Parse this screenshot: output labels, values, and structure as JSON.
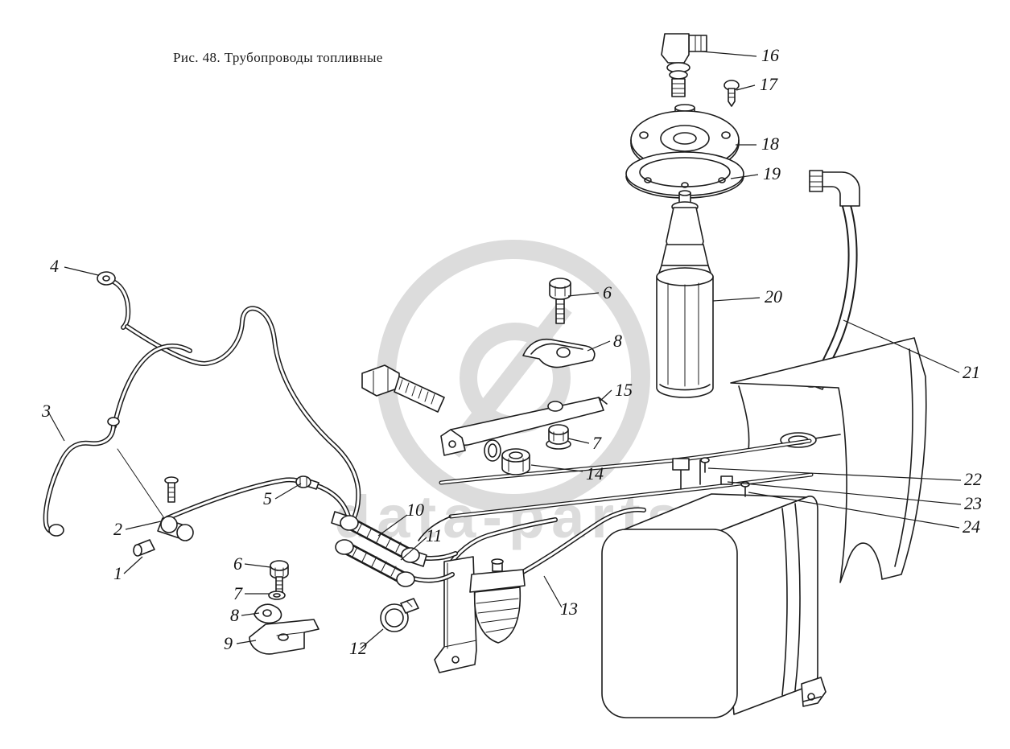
{
  "figure": {
    "title": "Рис. 48. Трубопроводы топливные"
  },
  "watermark": {
    "text": "data-parts"
  },
  "colors": {
    "ink": "#1c1c1c",
    "watermark": "#dcdcdc",
    "background": "#ffffff"
  },
  "callouts": [
    {
      "label": "16"
    },
    {
      "label": "17"
    },
    {
      "label": "18"
    },
    {
      "label": "19"
    },
    {
      "label": "20"
    },
    {
      "label": "6"
    },
    {
      "label": "8"
    },
    {
      "label": "15"
    },
    {
      "label": "7"
    },
    {
      "label": "14"
    },
    {
      "label": "21"
    },
    {
      "label": "22"
    },
    {
      "label": "23"
    },
    {
      "label": "24"
    },
    {
      "label": "4"
    },
    {
      "label": "3"
    },
    {
      "label": "2"
    },
    {
      "label": "1"
    },
    {
      "label": "5"
    },
    {
      "label": "10"
    },
    {
      "label": "11"
    },
    {
      "label": "6"
    },
    {
      "label": "7"
    },
    {
      "label": "8"
    },
    {
      "label": "9"
    },
    {
      "label": "12"
    },
    {
      "label": "13"
    }
  ]
}
